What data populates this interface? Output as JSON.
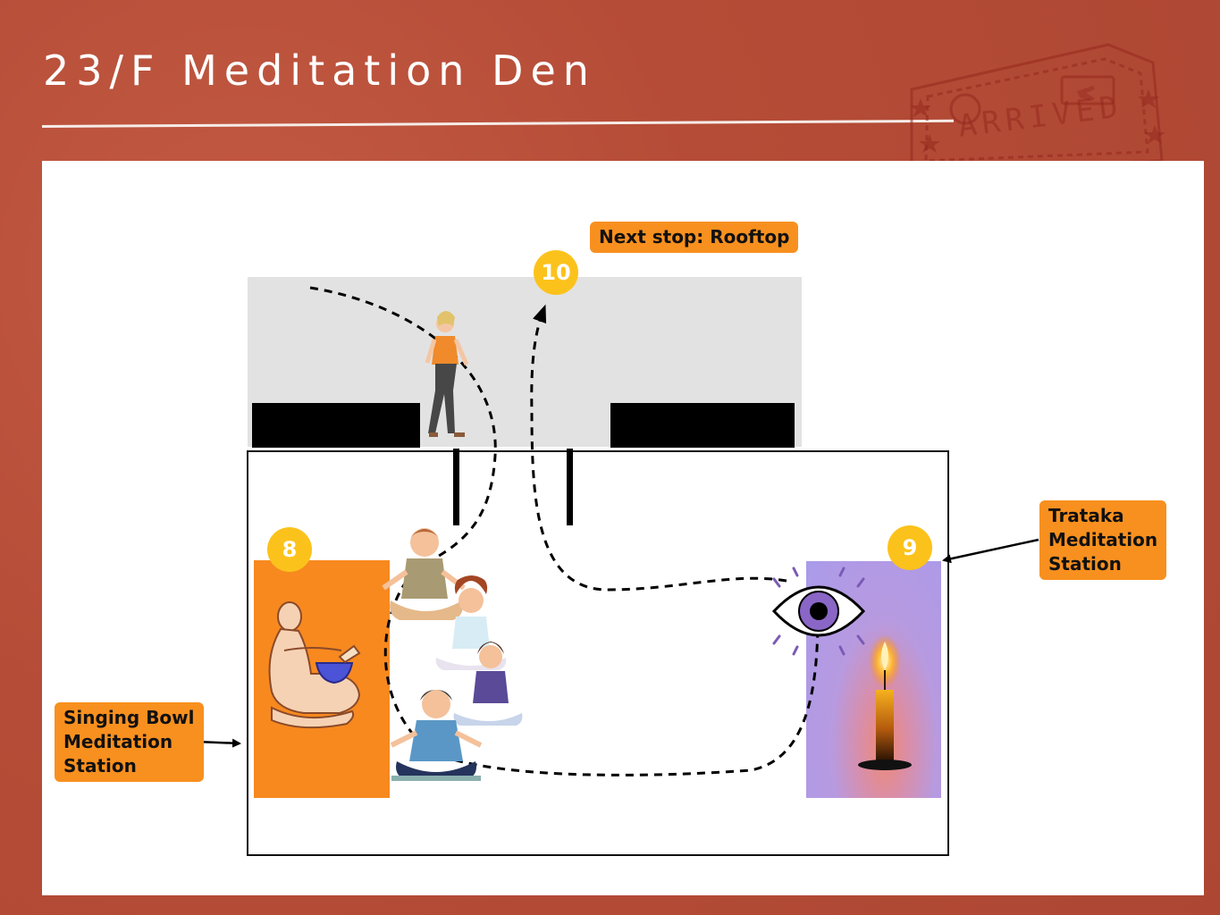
{
  "page": {
    "title": "23/F Meditation Den",
    "stamp_text": "ARRIVED"
  },
  "badges": {
    "station_8": "8",
    "station_9": "9",
    "station_10": "10"
  },
  "labels": {
    "next_stop": "Next stop: Rooftop",
    "singing_bowl": [
      "Singing Bowl",
      "Meditation",
      "Station"
    ],
    "trataka": [
      "Trataka",
      "Meditation",
      "Station"
    ]
  },
  "colors": {
    "background": "#b84f3a",
    "accent_orange": "#f7891f",
    "badge_yellow": "#fcc21c",
    "trataka_purple": "#aa9bea"
  }
}
